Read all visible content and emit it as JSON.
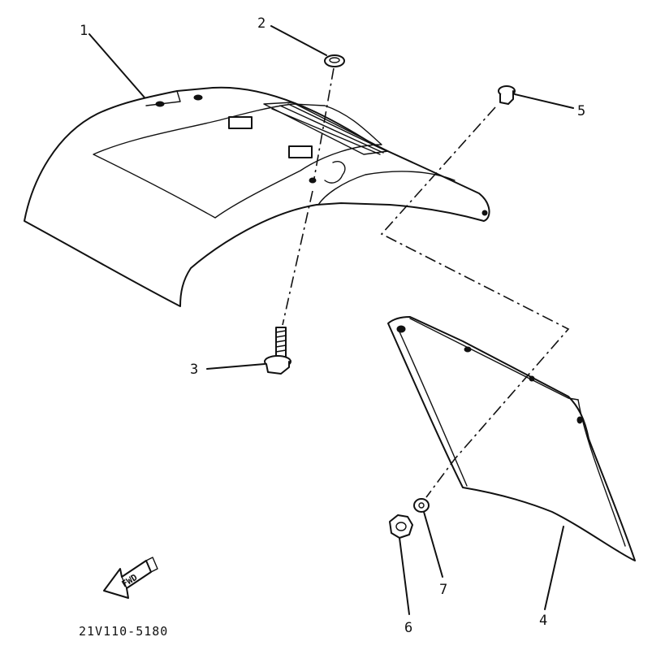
{
  "diagram": {
    "callouts": {
      "part_1": "1",
      "part_2": "2",
      "part_3": "3",
      "part_4": "4",
      "part_5": "5",
      "part_6": "6",
      "part_7": "7"
    },
    "direction_label": "FWD",
    "drawing_code": "21V110-5180"
  },
  "colors": {
    "line": "#111111",
    "background": "#ffffff"
  }
}
